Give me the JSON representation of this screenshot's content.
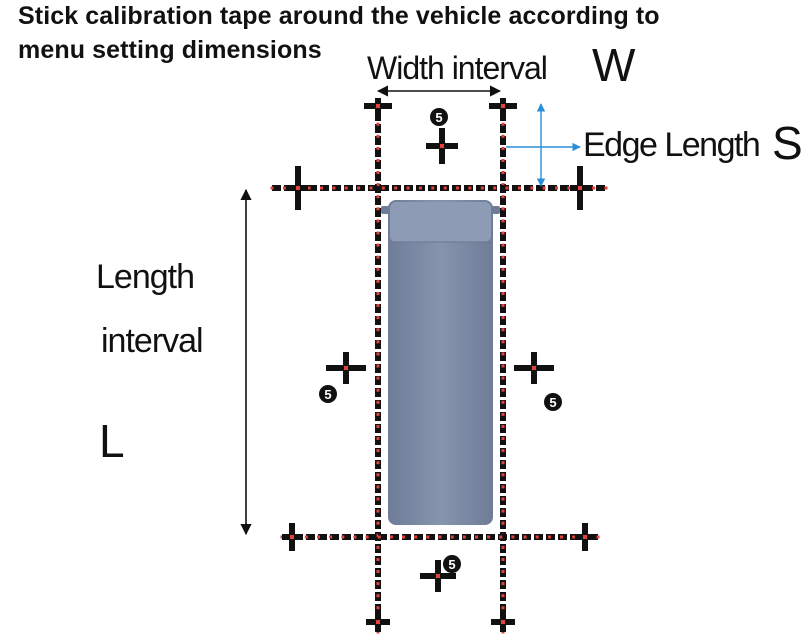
{
  "instruction": {
    "line1": "Stick calibration tape around the vehicle according to",
    "line2": "menu setting dimensions"
  },
  "labels": {
    "width_interval": "Width interval",
    "width_symbol": "W",
    "edge_length": "Edge Length",
    "edge_symbol": "S",
    "length_line1": "Length",
    "length_line2": "interval",
    "length_symbol": "L"
  },
  "markers": [
    "5",
    "5",
    "5",
    "5"
  ],
  "colors": {
    "tape": "#111111",
    "tape_dot": "#e2443d",
    "vehicle": "#7e8ba6",
    "edge_arrow": "#2a8fd6",
    "dimension_arrow": "#111111"
  }
}
